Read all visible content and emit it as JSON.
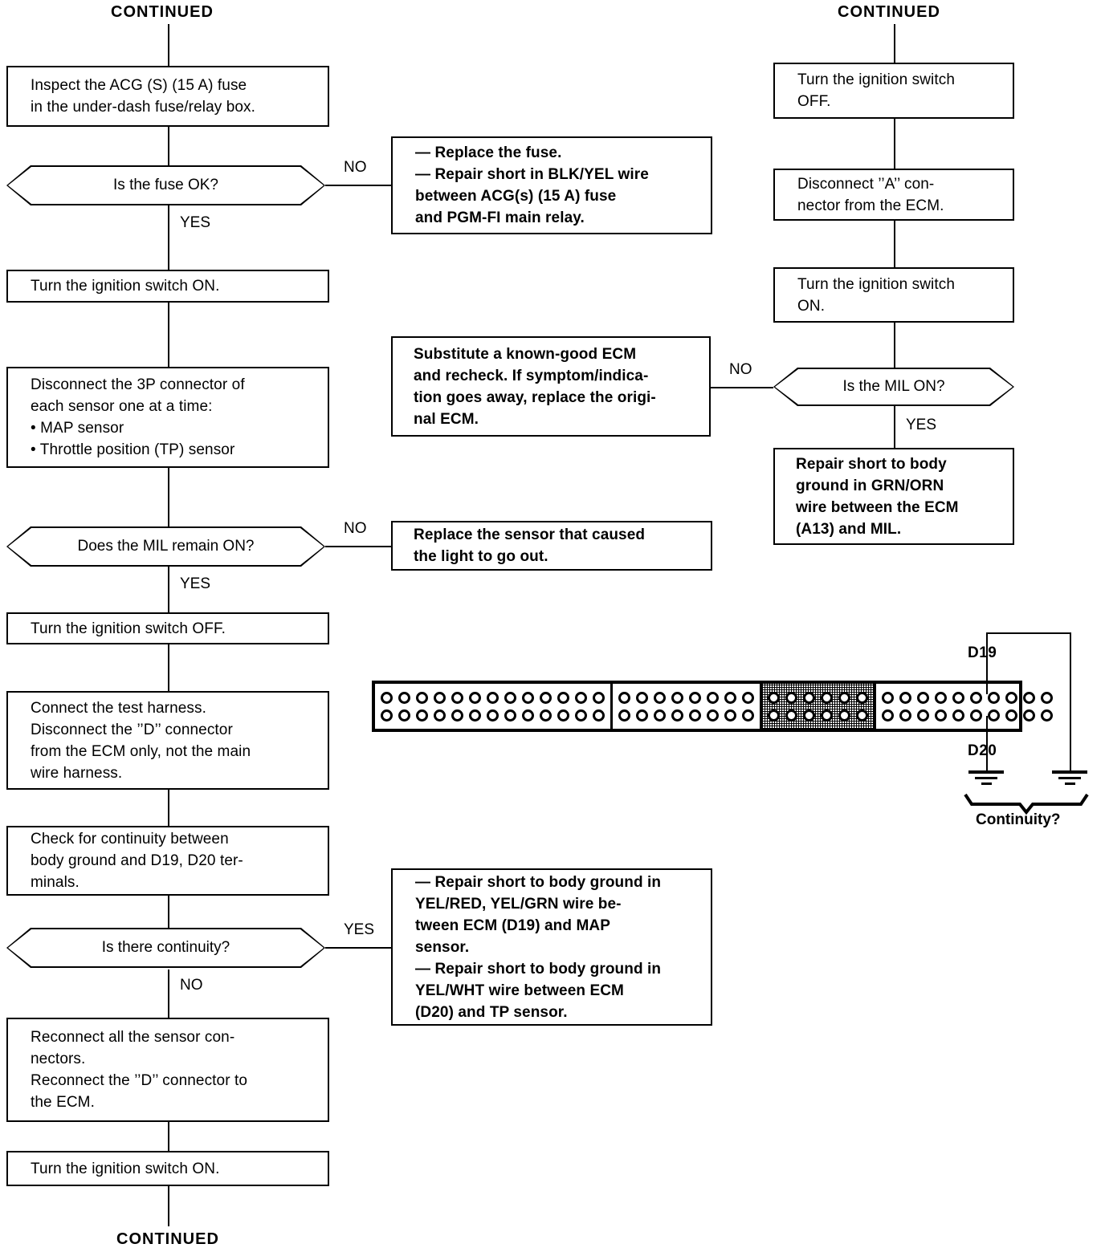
{
  "diagram": {
    "title_top_left": "CONTINUED",
    "title_top_right": "CONTINUED",
    "title_bottom_left": "CONTINUED"
  },
  "left_column": {
    "step_inspect_fuse": "Inspect the ACG (S) (15 A) fuse\nin the under-dash fuse/relay box.",
    "decision_fuse_ok": "Is the fuse OK?",
    "decision_fuse_ok_no": "NO",
    "decision_fuse_ok_yes": "YES",
    "step_ign_on_1": "Turn the ignition switch ON.",
    "step_disconnect_3p": "Disconnect the 3P connector of\neach sensor one at a time:\n• MAP sensor\n• Throttle position (TP) sensor",
    "decision_mil_remain": "Does the MIL remain ON?",
    "decision_mil_remain_no": "NO",
    "decision_mil_remain_yes": "YES",
    "step_ign_off": "Turn the ignition switch OFF.",
    "step_test_harness": "Connect the test harness.\nDisconnect the ’’D’’ connector\nfrom the ECM only, not the main\nwire harness.",
    "step_check_continuity": "Check for continuity between\nbody ground and D19, D20 ter-\nminals.",
    "decision_continuity": "Is there continuity?",
    "decision_continuity_yes": "YES",
    "decision_continuity_no": "NO",
    "step_reconnect": "Reconnect all the sensor con-\nnectors.\nReconnect the ’’D’’ connector to\nthe ECM.",
    "step_ign_on_2": "Turn the ignition switch ON."
  },
  "middle_column": {
    "action_replace_fuse": "—  Replace the fuse.\n—  Repair short in BLK/YEL wire\n     between ACG(s) (15 A) fuse\n     and PGM-FI main relay.",
    "action_substitute_ecm": "Substitute a known-good ECM\nand recheck. If symptom/indica-\ntion goes away, replace the origi-\nnal ECM.",
    "action_replace_sensor": "Replace the sensor that caused\nthe light to go out.",
    "action_repair_short_map_tp": "—  Repair short to body ground in\n     YEL/RED, YEL/GRN wire be-\n     tween ECM (D19) and MAP\n     sensor.\n—  Repair short to body ground in\n     YEL/WHT wire between ECM\n     (D20) and TP sensor."
  },
  "right_column": {
    "step_ign_off": "Turn the ignition switch\nOFF.",
    "step_disconnect_a": "Disconnect ’’A’’ con-\nnector from the ECM.",
    "step_ign_on": "Turn the ignition switch\nON.",
    "decision_mil_on": "Is the MIL ON?",
    "decision_mil_on_no": "NO",
    "decision_mil_on_yes": "YES",
    "action_repair_grn_orn": "Repair  short  to  body\nground  in  GRN/ORN\nwire between the ECM\n(A13) and MIL."
  },
  "connector_diagram": {
    "label_d19": "D19",
    "label_d20": "D20",
    "label_continuity": "Continuity?",
    "segments": [
      {
        "pins_per_row": 13,
        "rows": 2,
        "shaded": false
      },
      {
        "pins_per_row": 8,
        "rows": 2,
        "shaded": false
      },
      {
        "pins_per_row": 6,
        "rows": 2,
        "shaded": true
      },
      {
        "pins_per_row": 11,
        "rows": 2,
        "shaded": false
      }
    ]
  },
  "colors": {
    "ink": "#000000",
    "paper": "#ffffff"
  }
}
